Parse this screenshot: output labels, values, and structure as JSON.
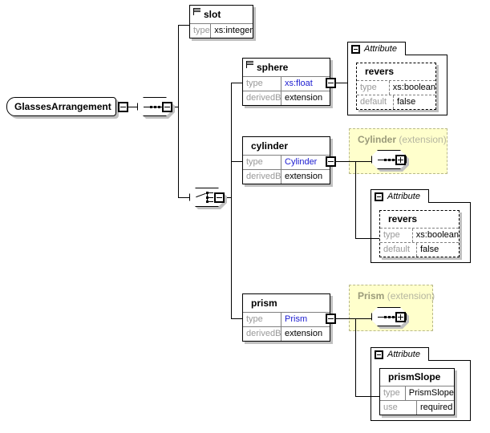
{
  "diagram": {
    "kind": "xml-schema-element-diagram",
    "root": {
      "name": "GlassesArrangement",
      "compositor": "sequence",
      "expander": "minus"
    },
    "choice": {
      "compositor": "choice",
      "expander": "minus"
    },
    "elements": [
      {
        "id": "slot",
        "name": "slot",
        "icon": "sequence-lines-icon",
        "props": [
          {
            "key": "type",
            "value": "xs:integer",
            "link": false
          }
        ]
      },
      {
        "id": "sphere",
        "name": "sphere",
        "icon": "sequence-lines-icon",
        "props": [
          {
            "key": "type",
            "value": "xs:float",
            "link": true
          },
          {
            "key": "derivedBy",
            "value": "extension",
            "link": false
          }
        ],
        "expander": "minus"
      },
      {
        "id": "cylinder",
        "name": "cylinder",
        "icon": null,
        "props": [
          {
            "key": "type",
            "value": "Cylinder",
            "link": true
          },
          {
            "key": "derivedBy",
            "value": "extension",
            "link": false
          }
        ],
        "expander": "minus"
      },
      {
        "id": "prism",
        "name": "prism",
        "icon": null,
        "props": [
          {
            "key": "type",
            "value": "Prism",
            "link": true
          },
          {
            "key": "derivedBy",
            "value": "extension",
            "link": false
          }
        ],
        "expander": "minus"
      }
    ],
    "extension_groups": [
      {
        "id": "cylinder-ext",
        "title": "Cylinder",
        "subtitle": "(extension)",
        "compositor": "sequence",
        "expander": "plus",
        "color": "#ffffcc",
        "border": "#b9b98a"
      },
      {
        "id": "prism-ext",
        "title": "Prism",
        "subtitle": "(extension)",
        "compositor": "sequence",
        "expander": "plus",
        "color": "#ffffcc",
        "border": "#b9b98a"
      }
    ],
    "attribute_panels": [
      {
        "id": "sphere-attr",
        "tab_label": "Attribute",
        "tab_expander": "minus",
        "attribute": {
          "name": "revers",
          "style": "optional",
          "props": [
            {
              "key": "type",
              "value": "xs:boolean"
            },
            {
              "key": "default",
              "value": "false"
            }
          ]
        }
      },
      {
        "id": "cylinder-attr",
        "tab_label": "Attribute",
        "tab_expander": "minus",
        "attribute": {
          "name": "revers",
          "style": "optional",
          "props": [
            {
              "key": "type",
              "value": "xs:boolean"
            },
            {
              "key": "default",
              "value": "false"
            }
          ]
        }
      },
      {
        "id": "prism-attr",
        "tab_label": "Attribute",
        "tab_expander": "minus",
        "attribute": {
          "name": "prismSlope",
          "style": "required",
          "props": [
            {
              "key": "type",
              "value": "PrismSlope"
            },
            {
              "key": "use",
              "value": "required"
            }
          ]
        }
      }
    ],
    "colors": {
      "link": "#1b1bd0",
      "property_key": "#999999",
      "shadow": "#c0c0c0",
      "extension_fill": "#ffffcc",
      "extension_border": "#b9b98a"
    }
  }
}
